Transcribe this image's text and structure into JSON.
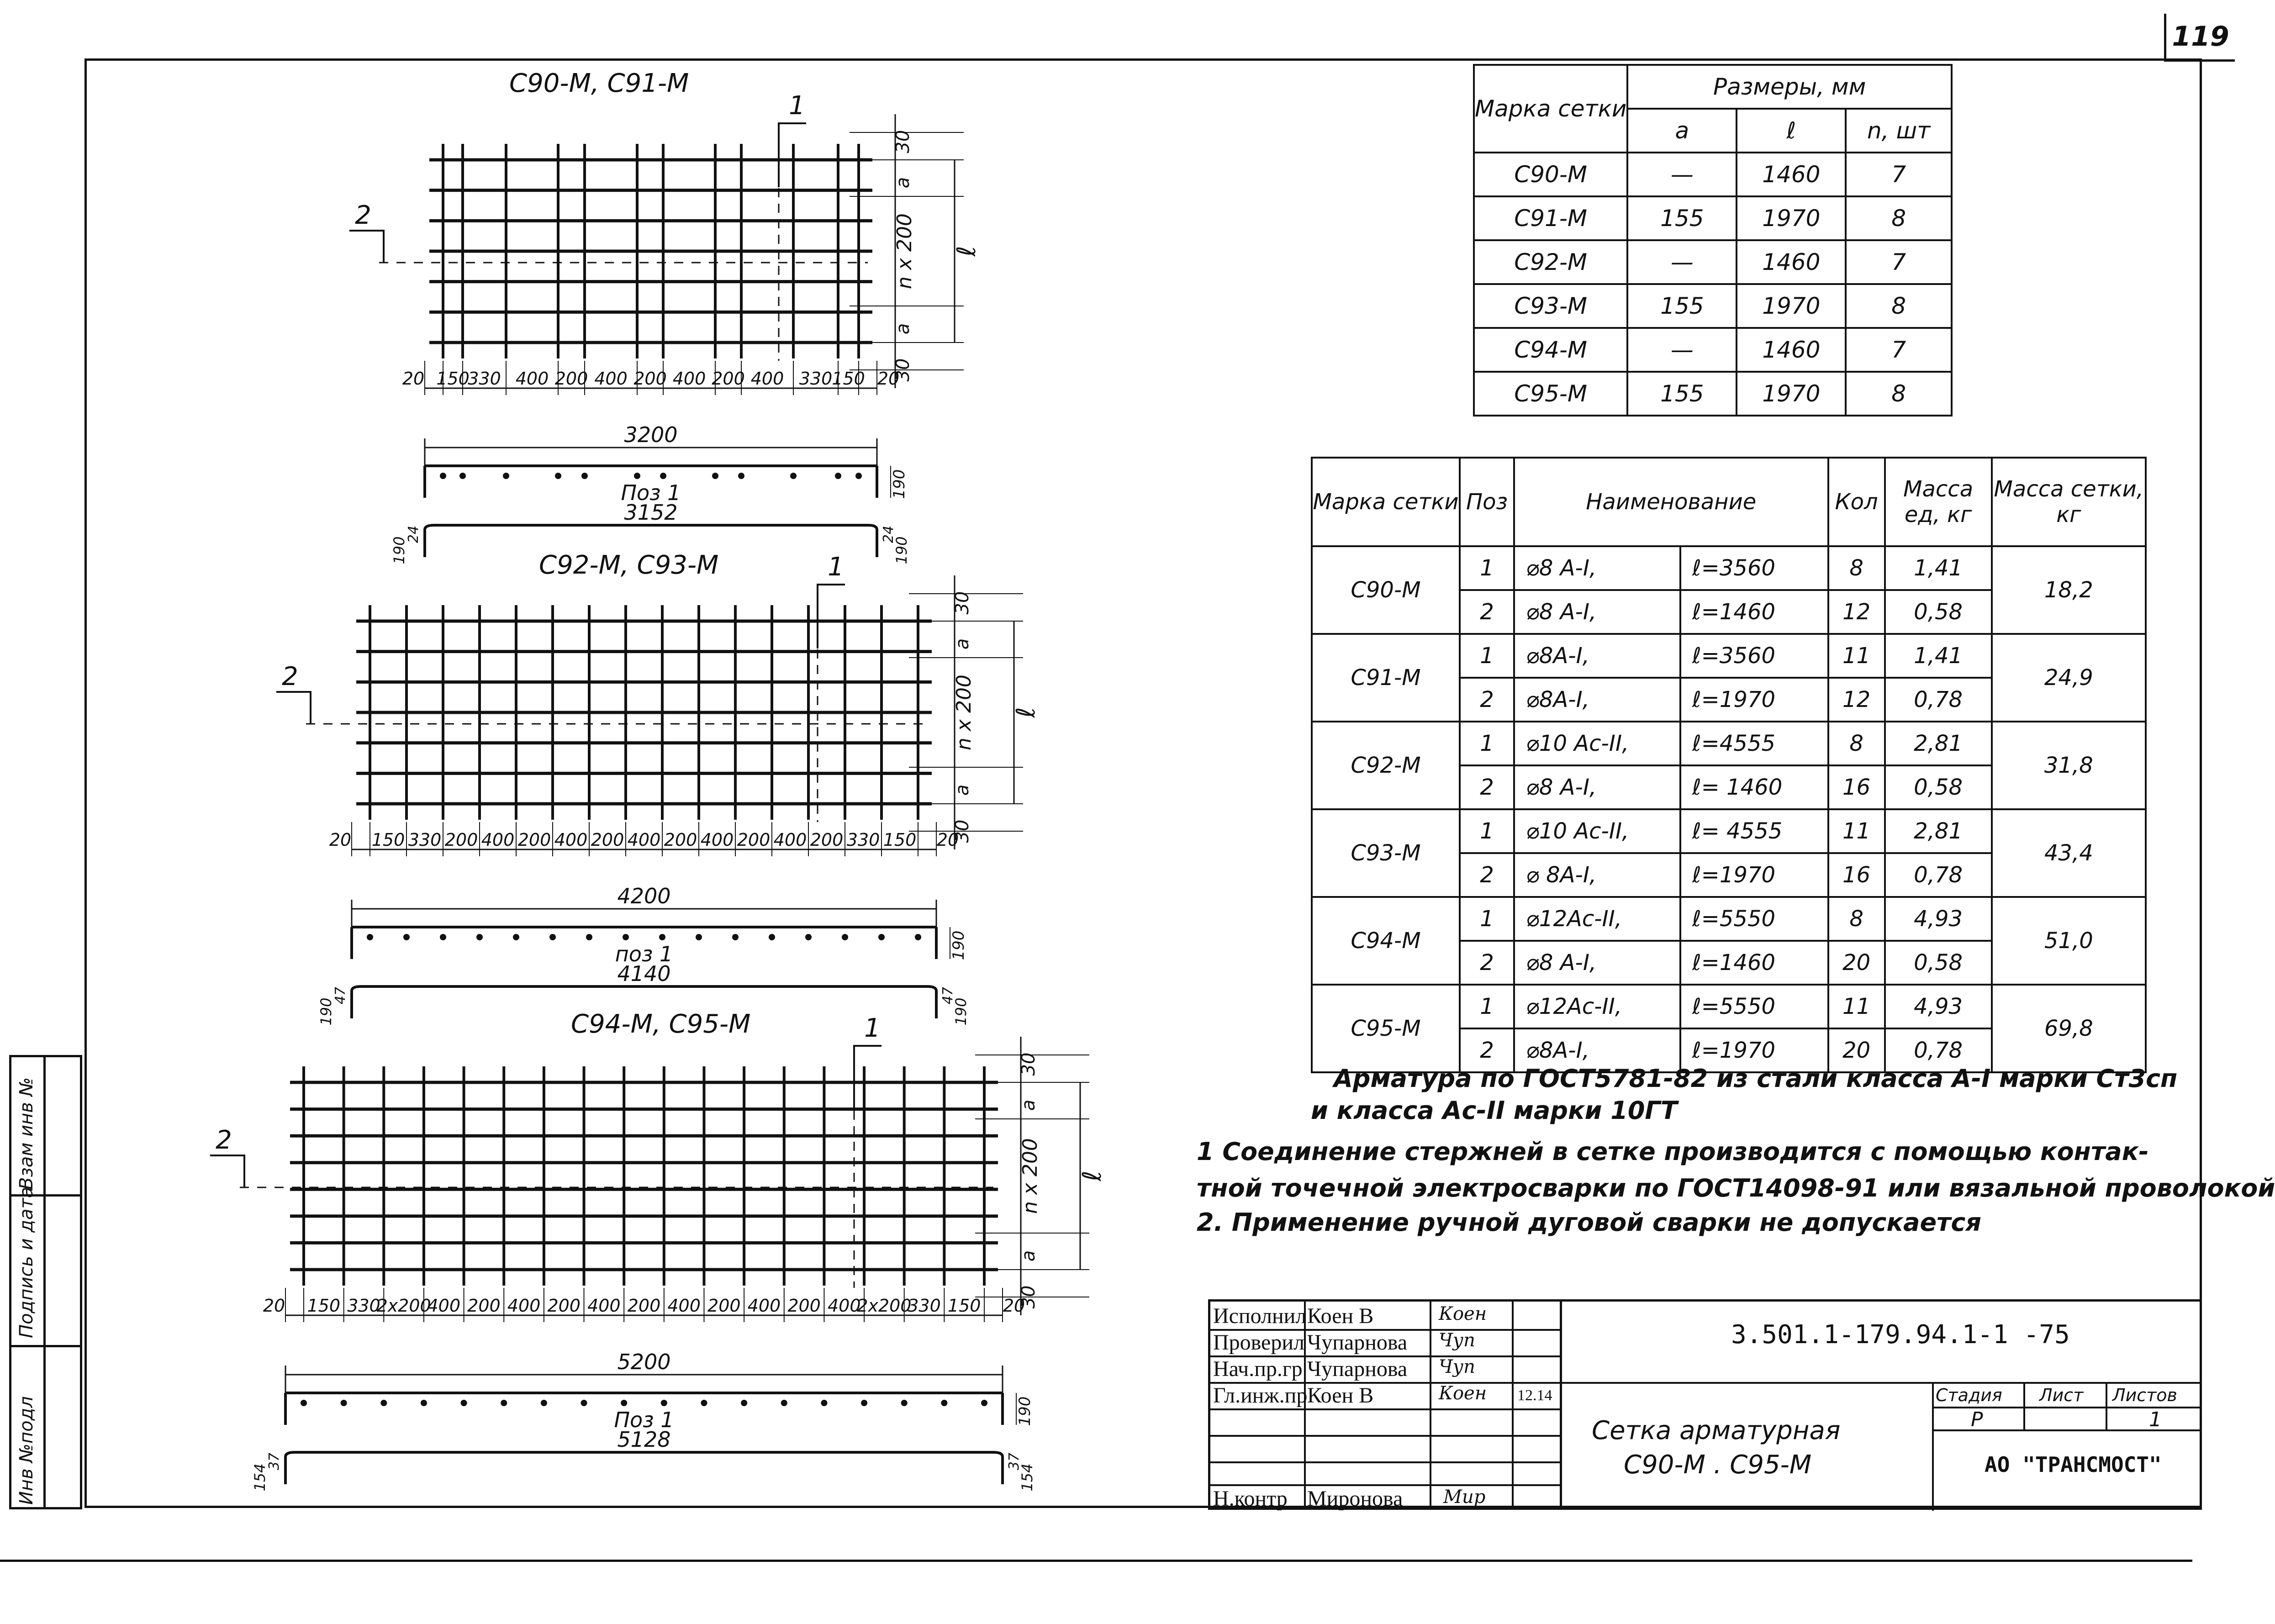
{
  "page_number": "119",
  "drawings": {
    "d1": {
      "title": "С90-М, С91-М",
      "leader1": "1",
      "leader2": "2",
      "dims": [
        "20",
        "150",
        "330",
        "400",
        "200",
        "400",
        "200",
        "400",
        "200",
        "400",
        "330",
        "150",
        "20"
      ],
      "side_top": "30",
      "side_a1": "a",
      "side_mid": "n x 200",
      "side_a2": "a",
      "side_bot": "30",
      "side_l": "ℓ",
      "overall": "3200",
      "pos_label": "Поз 1",
      "bar_len": "3152",
      "bar_h": "190",
      "end_l_a": "190",
      "end_l_b": "24",
      "end_r_a": "24",
      "end_r_b": "190"
    },
    "d2": {
      "title": "С92-М, С93-М",
      "leader1": "1",
      "leader2": "2",
      "dims": [
        "20",
        "150",
        "330",
        "200",
        "400",
        "200",
        "400",
        "200",
        "400",
        "200",
        "400",
        "200",
        "400",
        "200",
        "330",
        "150",
        "20"
      ],
      "side_top": "30",
      "side_a1": "a",
      "side_mid": "n x 200",
      "side_a2": "a",
      "side_bot": "30",
      "side_l": "ℓ",
      "overall": "4200",
      "pos_label": "поз 1",
      "bar_len": "4140",
      "bar_h": "190",
      "end_l_a": "190",
      "end_l_b": "47",
      "end_r_a": "47",
      "end_r_b": "190"
    },
    "d3": {
      "title": "С94-М, С95-М",
      "leader1": "1",
      "leader2": "2",
      "dims": [
        "20",
        "150",
        "330",
        "2x200",
        "400",
        "200",
        "400",
        "200",
        "400",
        "200",
        "400",
        "200",
        "400",
        "200",
        "400",
        "2x200",
        "330",
        "150",
        "20"
      ],
      "side_top": "30",
      "side_a1": "a",
      "side_mid": "n x 200",
      "side_a2": "a",
      "side_bot": "30",
      "side_l": "ℓ",
      "overall": "5200",
      "pos_label": "Поз 1",
      "bar_len": "5128",
      "bar_h": "190",
      "end_l_a": "154",
      "end_l_b": "37",
      "end_r_a": "37",
      "end_r_b": "154"
    }
  },
  "table1": {
    "h_mark": "Марка сетки",
    "h_sizes": "Размеры, мм",
    "h_a": "a",
    "h_l": "ℓ",
    "h_n": "n, шт",
    "rows": [
      [
        "С90-М",
        "—",
        "1460",
        "7"
      ],
      [
        "С91-М",
        "155",
        "1970",
        "8"
      ],
      [
        "С92-М",
        "—",
        "1460",
        "7"
      ],
      [
        "С93-М",
        "155",
        "1970",
        "8"
      ],
      [
        "С94-М",
        "—",
        "1460",
        "7"
      ],
      [
        "С95-М",
        "155",
        "1970",
        "8"
      ]
    ]
  },
  "table2": {
    "h_mark": "Марка сетки",
    "h_pos": "Поз",
    "h_name": "Наименование",
    "h_qty": "Кол",
    "h_mass_unit": "Масса ед, кг",
    "h_mass_net": "Масса сетки, кг",
    "groups": [
      {
        "mark": "С90-М",
        "mass": "18,2",
        "rows": [
          {
            "pos": "1",
            "name": "⌀8 А-I,",
            "len": "ℓ=3560",
            "qty": "8",
            "m": "1,41"
          },
          {
            "pos": "2",
            "name": "⌀8 А-I,",
            "len": "ℓ=1460",
            "qty": "12",
            "m": "0,58"
          }
        ]
      },
      {
        "mark": "С91-М",
        "mass": "24,9",
        "rows": [
          {
            "pos": "1",
            "name": "⌀8А-I,",
            "len": "ℓ=3560",
            "qty": "11",
            "m": "1,41"
          },
          {
            "pos": "2",
            "name": "⌀8А-I,",
            "len": "ℓ=1970",
            "qty": "12",
            "m": "0,78"
          }
        ]
      },
      {
        "mark": "С92-М",
        "mass": "31,8",
        "rows": [
          {
            "pos": "1",
            "name": "⌀10 Ас-II,",
            "len": "ℓ=4555",
            "qty": "8",
            "m": "2,81"
          },
          {
            "pos": "2",
            "name": "⌀8 А-I,",
            "len": "ℓ= 1460",
            "qty": "16",
            "m": "0,58"
          }
        ]
      },
      {
        "mark": "С93-М",
        "mass": "43,4",
        "rows": [
          {
            "pos": "1",
            "name": "⌀10 Ас-II,",
            "len": "ℓ= 4555",
            "qty": "11",
            "m": "2,81"
          },
          {
            "pos": "2",
            "name": "⌀ 8А-I,",
            "len": "ℓ=1970",
            "qty": "16",
            "m": "0,78"
          }
        ]
      },
      {
        "mark": "С94-М",
        "mass": "51,0",
        "rows": [
          {
            "pos": "1",
            "name": "⌀12Ас-II,",
            "len": "ℓ=5550",
            "qty": "8",
            "m": "4,93"
          },
          {
            "pos": "2",
            "name": "⌀8 А-I,",
            "len": "ℓ=1460",
            "qty": "20",
            "m": "0,58"
          }
        ]
      },
      {
        "mark": "С95-М",
        "mass": "69,8",
        "rows": [
          {
            "pos": "1",
            "name": "⌀12Ас-II,",
            "len": "ℓ=5550",
            "qty": "11",
            "m": "4,93"
          },
          {
            "pos": "2",
            "name": "⌀8А-I,",
            "len": "ℓ=1970",
            "qty": "20",
            "m": "0,78"
          }
        ]
      }
    ]
  },
  "notes": {
    "line1": "Арматура по ГОСТ5781-82 из стали класса А-I марки Ст3сп",
    "line2": "и класса Ас-II марки 10ГТ",
    "line3": "1 Соединение стержней в сетке производится с помощью контак-",
    "line4": "тной точечной электросварки по ГОСТ14098-91 или вязальной проволокой",
    "line5": "2. Применение ручной дуговой сварки не допускается"
  },
  "title_block": {
    "rows": [
      {
        "role": "Исполнил",
        "name": "Коен В",
        "sign": "Коен",
        "date": ""
      },
      {
        "role": "Проверил",
        "name": "Чупарнова",
        "sign": "Чуп",
        "date": ""
      },
      {
        "role": "Нач.пр.гр",
        "name": "Чупарнова",
        "sign": "Чуп",
        "date": ""
      },
      {
        "role": "Гл.инж.пр",
        "name": "Коен В",
        "sign": "Коен",
        "date": "12.14"
      }
    ],
    "control_role": "Н.контр",
    "control_name": "Миронова",
    "control_sign": "Мир",
    "code": "3.501.1-179.94.1-1 -75",
    "sheet_title_1": "Сетка арматурная",
    "sheet_title_2": "С90-М . С95-М",
    "h_stage": "Стадия",
    "h_sheet": "Лист",
    "h_sheets": "Листов",
    "stage": "Р",
    "sheet": "",
    "sheets": "1",
    "org": "АО \"ТРАНСМОСТ\""
  },
  "left_strip": {
    "c1": "Инв №подл",
    "c2": "Подпись и дата",
    "c3": "Взам инв №"
  }
}
